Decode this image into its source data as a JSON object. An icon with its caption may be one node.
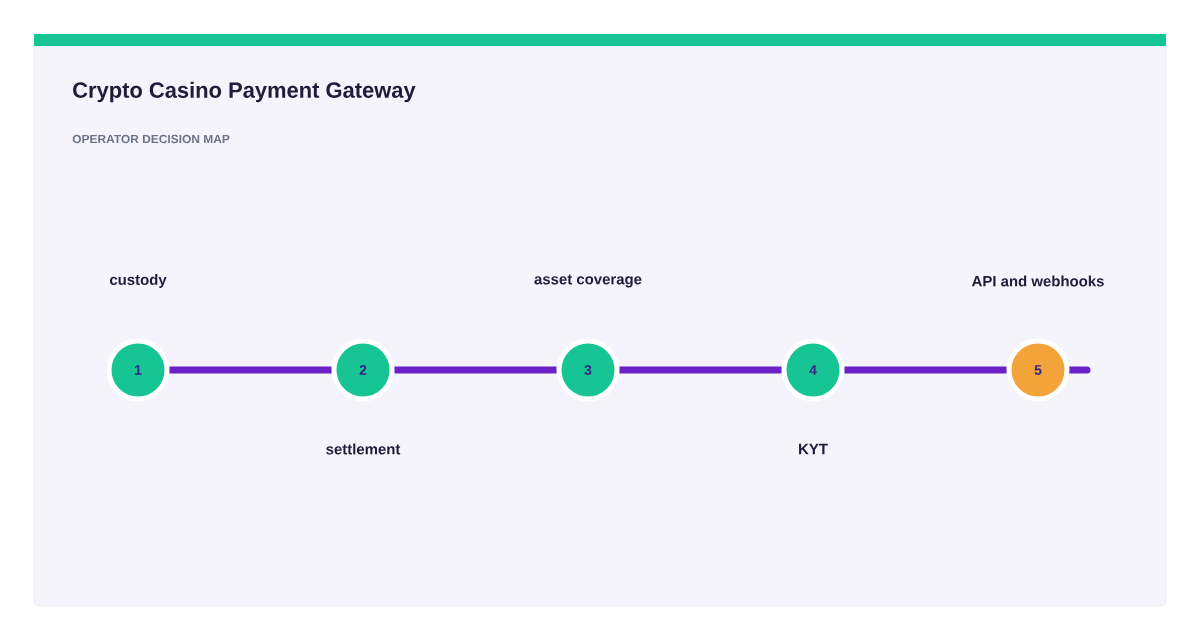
{
  "diagram": {
    "title": "Crypto Casino Payment Gateway",
    "caption": "OPERATOR DECISION MAP",
    "nodes": [
      {
        "text": [
          "1"
        ],
        "beside": [
          "custody"
        ]
      },
      {
        "text": [
          "2"
        ],
        "beside": [
          "settlement"
        ]
      },
      {
        "text": [
          "3"
        ],
        "beside": [
          "asset coverage"
        ]
      },
      {
        "text": [
          "4"
        ],
        "beside": [
          "KYT"
        ]
      },
      {
        "text": [
          "5"
        ],
        "beside": [
          "API and webhooks"
        ]
      }
    ],
    "edges": [
      {
        "from": 0,
        "to": 1,
        "arrow": "none"
      },
      {
        "from": 1,
        "to": 2,
        "arrow": "none"
      },
      {
        "from": 2,
        "to": 3,
        "arrow": "none"
      },
      {
        "from": 3,
        "to": 4,
        "arrow": "none"
      }
    ]
  }
}
